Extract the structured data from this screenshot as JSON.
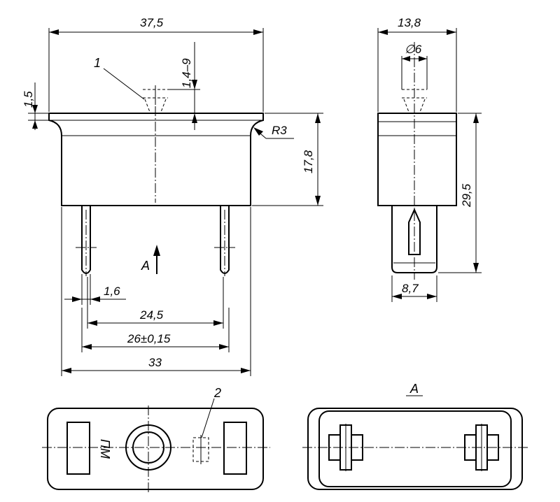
{
  "dimensions": {
    "body_width": "37,5",
    "side_width": "13,8",
    "hole_diameter": "∅6",
    "flange_thickness": "1,5",
    "projection": "1,4–9",
    "fillet_radius": "R3",
    "body_height": "17,8",
    "total_height": "29,5",
    "pin_thickness": "1,6",
    "pin_inner": "24,5",
    "pin_pitch": "26±0,15",
    "base_width": "33",
    "terminal_width": "8,7"
  },
  "callouts": {
    "item_1": "1",
    "item_2": "2",
    "view_a_arrow": "А",
    "view_a_title": "А",
    "marking": "ПМ"
  }
}
